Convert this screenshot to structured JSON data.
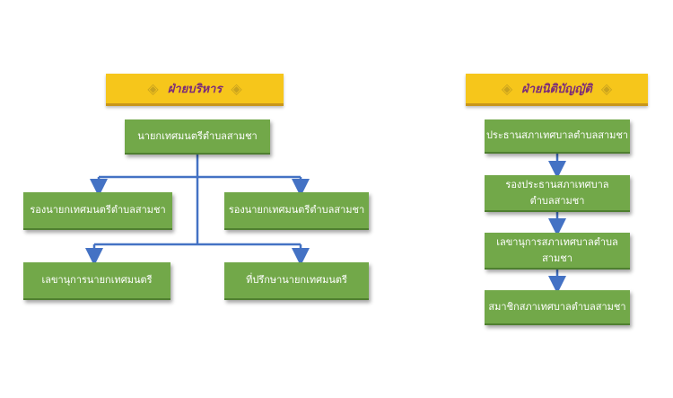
{
  "executive": {
    "header": {
      "label": "ฝ่ายบริหาร",
      "ornament": "◈"
    },
    "mayor": "นายกเทศมนตรีตำบลสามชา",
    "deputy_left": "รองนายกเทศมนตรีตำบลสามชา",
    "deputy_right": "รองนายกเทศมนตรีตำบลสามชา",
    "secretary": "เลขานุการนายกเทศมนตรี",
    "advisor": "ที่ปรึกษานายกเทศมนตรี"
  },
  "legislative": {
    "header": {
      "label": "ฝ่ายนิติบัญญัติ",
      "ornament": "◈"
    },
    "chair": "ประธานสภาเทศบาลตำบลสามชา",
    "vice_chair": "รองประธานสภาเทศบาล\nตำบลสามชา",
    "secretary": "เลขานุการสภาเทศบาลตำบล\nสามชา",
    "member": "สมาชิกสภาเทศบาลตำบลสามชา"
  },
  "colors": {
    "box": "#72a849",
    "banner": "#f6c61b",
    "connector": "#4472c4",
    "banner_text": "#7a2a7a"
  }
}
